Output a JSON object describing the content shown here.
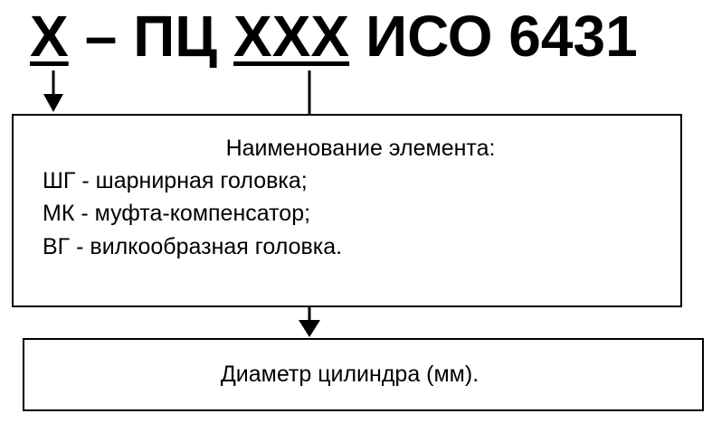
{
  "designation": {
    "code_x": "Х",
    "dash": "–",
    "code_pc": "ПЦ",
    "code_xxx": "ХХХ",
    "standard": "ИСО 6431"
  },
  "element_box": {
    "heading": "Наименование элемента:",
    "items": [
      "ШГ - шарнирная головка;",
      "МК - муфта-компенсатор;",
      "ВГ - вилкообразная головка."
    ]
  },
  "diameter_box": {
    "label": "Диаметр цилиндра (мм)."
  }
}
